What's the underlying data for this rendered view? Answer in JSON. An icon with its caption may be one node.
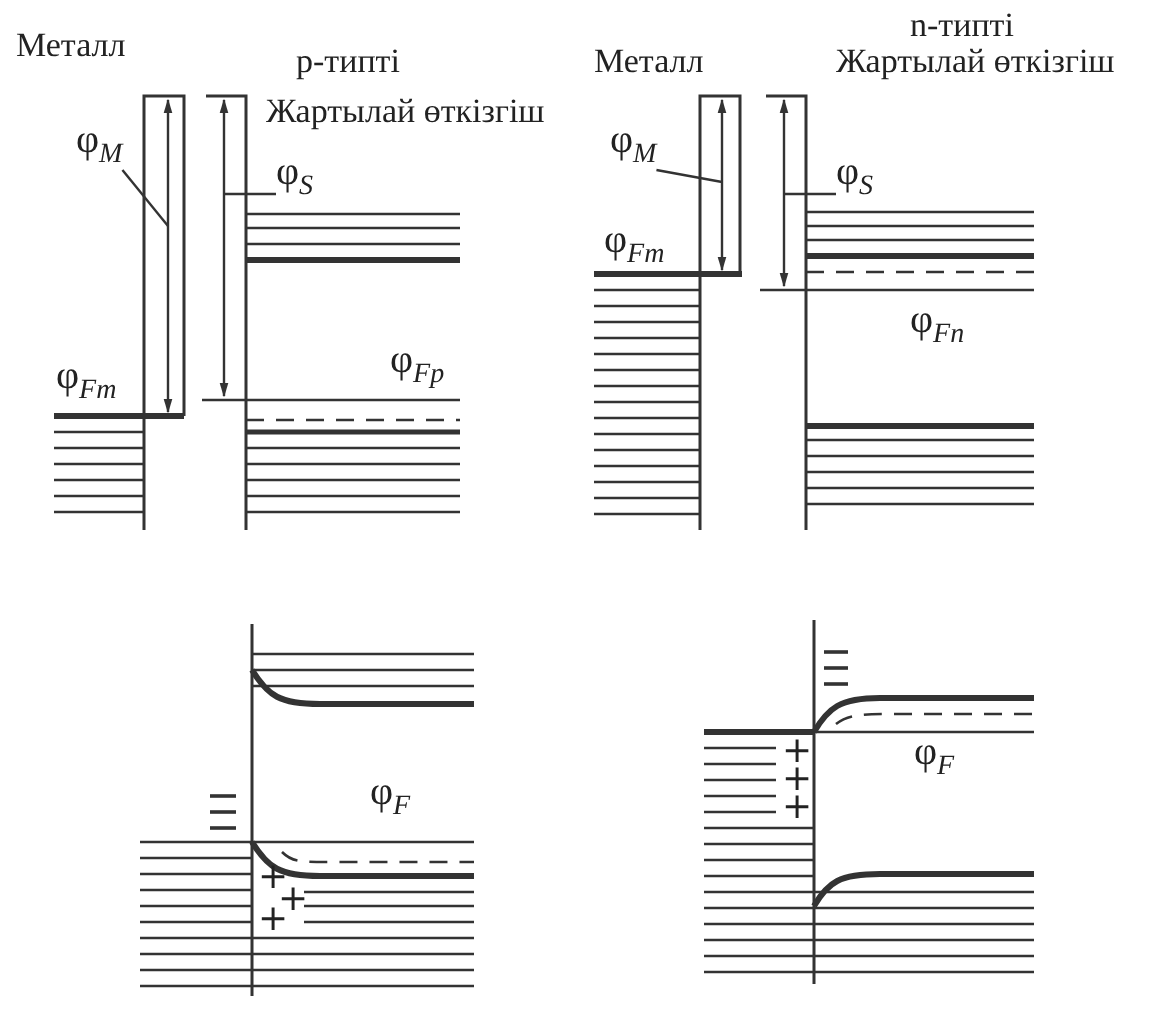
{
  "diagram": {
    "nodes": [
      {
        "text": [
          "φ$_{M}$"
        ]
      },
      {
        "text": [
          "φ$_{S}$"
        ]
      },
      {
        "text": [
          "φ$_{M}$"
        ]
      },
      {
        "text": [
          "φ$_{S}$"
        ]
      }
    ],
    "edges": [
      {
        "from": 0,
        "to": null,
        "arrow": "none"
      },
      {
        "from": 1,
        "to": null,
        "arrow": "none"
      },
      {
        "from": 2,
        "to": null,
        "arrow": "none"
      },
      {
        "from": 3,
        "to": null,
        "arrow": "none"
      }
    ],
    "labels": [
      "Металл",
      "p-типті",
      "Жартылай өткізгіш",
      "Металл",
      "n-типті",
      "Жартылай өткізгіш",
      "φ$_{Fm}$",
      "φ$_{Fp}$",
      "φ$_{Fm}$",
      "φ$_{Fn}$",
      "φ$_{F}$",
      "+",
      "+",
      "+",
      "φ$_{F}$",
      "+",
      "+",
      "+"
    ]
  }
}
